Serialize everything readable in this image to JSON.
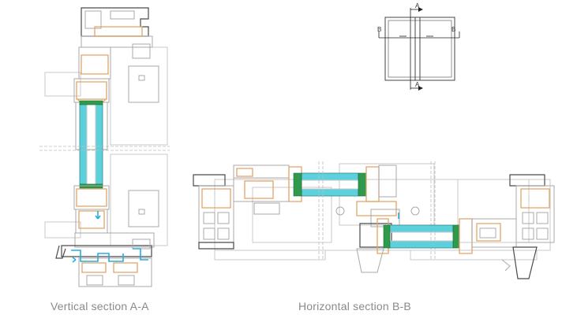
{
  "captions": {
    "vertical": "Vertical section A-A",
    "horizontal": "Horizontal section B-B"
  },
  "key_plan": {
    "label_a_top": "A",
    "label_a_bottom": "A",
    "label_b_left": "B",
    "label_b_right": "B"
  },
  "colors": {
    "glass": "#5ed0dc",
    "gasket": "#2f9a4c",
    "thermal_break": "#e2a368",
    "drainage_arrows": "#27aee0",
    "outline": "#a9a9a9"
  }
}
